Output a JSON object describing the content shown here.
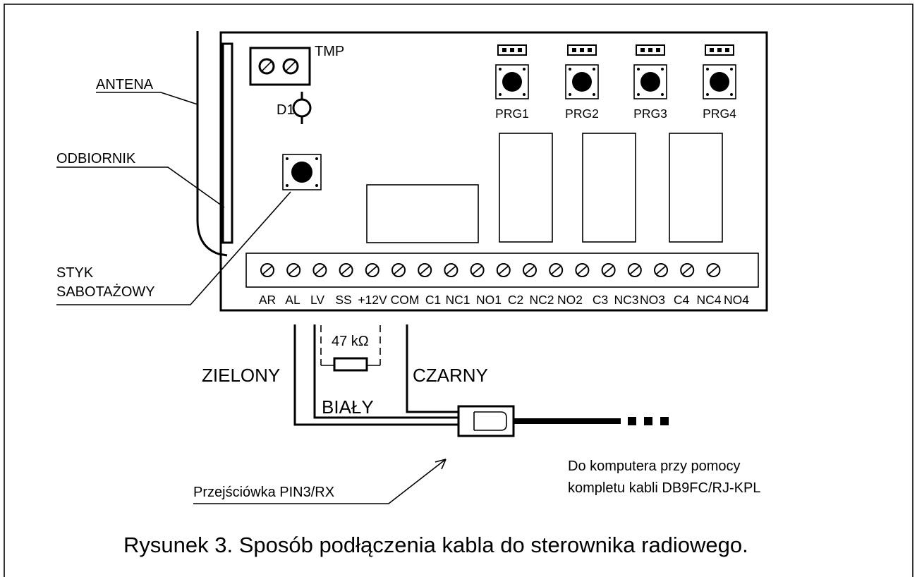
{
  "labels": {
    "antenna": "ANTENA",
    "receiver": "ODBIORNIK",
    "tamper_line1": "STYK",
    "tamper_line2": "SABOTAŻOWY",
    "tmp": "TMP",
    "d1": "D1",
    "resistor": "47 kΩ",
    "wire_green": "ZIELONY",
    "wire_white": "BIAŁY",
    "wire_black": "CZARNY",
    "adapter": "Przejściówka PIN3/RX",
    "computer_line1": "Do komputera przy pomocy",
    "computer_line2": "kompletu kabli DB9FC/RJ-KPL",
    "caption": "Rysunek 3. Sposób podłączenia kabla do sterownika radiowego."
  },
  "prog_buttons": [
    "PRG1",
    "PRG2",
    "PRG3",
    "PRG4"
  ],
  "terminals": [
    "AR",
    "AL",
    "LV",
    "SS",
    "+12V",
    "COM",
    "C1",
    "NC1",
    "NO1",
    "C2",
    "NC2",
    "NO2",
    "C3",
    "NC3",
    "NO3",
    "C4",
    "NC4",
    "NO4"
  ]
}
